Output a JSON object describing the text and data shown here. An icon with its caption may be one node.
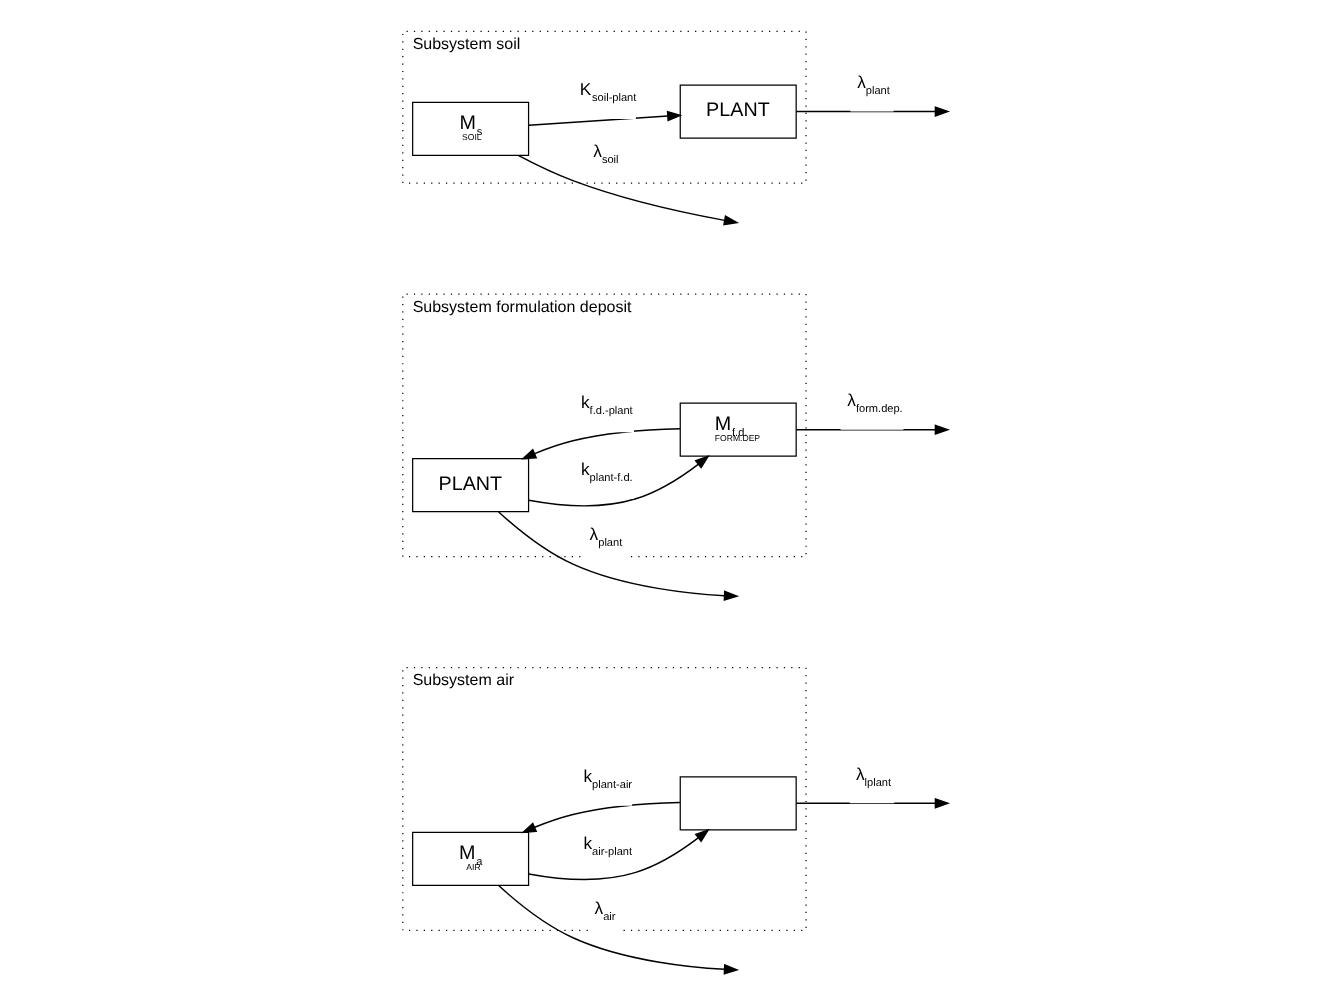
{
  "diagram": {
    "nodes": [
      {
        "text": [
          "Subsystem air"
        ]
      },
      {
        "text": [
          "M$_{a}$",
          "AIR"
        ],
        "in": 0
      },
      {
        "text": [],
        "shape": "box",
        "in": 0
      },
      {
        "text": [
          "Subsystem formulation deposit"
        ]
      },
      {
        "text": [
          "PLANT"
        ],
        "in": 3
      },
      {
        "text": [
          "M$_{f.d.}$",
          "FORM.DEP"
        ],
        "in": 3
      },
      {
        "text": [
          "Subsystem soil"
        ]
      },
      {
        "text": [
          "PLANT"
        ],
        "in": 6
      },
      {
        "text": [
          "M$_{s}$",
          "SOIL"
        ],
        "in": 6
      }
    ],
    "edges": [
      {
        "from": 2,
        "to": 1,
        "arrow": "to",
        "label": "k$_{plant-air}$"
      },
      {
        "from": 1,
        "to": 2,
        "arrow": "to",
        "label": "k$_{air-plant}$"
      },
      {
        "from": 2,
        "to": null,
        "arrow": "to",
        "label": "λ$_{lplant}$"
      },
      {
        "from": 1,
        "to": null,
        "arrow": "to",
        "label": "λ$_{air}$"
      },
      {
        "from": 5,
        "to": 4,
        "arrow": "to",
        "label": "k$_{f.d.-plant}$"
      },
      {
        "from": 4,
        "to": 5,
        "arrow": "to",
        "label": "k$_{plant-f.d.}$"
      },
      {
        "from": 4,
        "to": null,
        "arrow": "to",
        "label": "λ$_{plant}$"
      },
      {
        "from": 5,
        "to": null,
        "arrow": "to",
        "label": "λ$_{form.dep.}$"
      },
      {
        "from": 8,
        "to": 7,
        "arrow": "to",
        "label": "K$_{soil-plant}$"
      },
      {
        "from": 7,
        "to": null,
        "arrow": "to",
        "label": "λ$_{plant}$"
      },
      {
        "from": 8,
        "to": null,
        "arrow": "to",
        "label": "λ$_{soil}$"
      }
    ]
  }
}
